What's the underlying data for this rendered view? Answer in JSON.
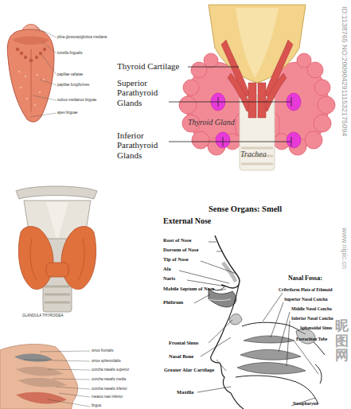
{
  "diagram": {
    "labels": [
      "plica glossoepiglottica mediana",
      "tonsilla lingualis",
      "papillae vallatae",
      "papillae fungiformes",
      "sulcus medianus linguae",
      "apex linguae",
      "Thyroid Cartilage",
      "Superior Parathyroid Glands",
      "Thyroid Gland",
      "Inferior Parathyroid Glands",
      "Trachea",
      "ID:1138765 NO:20090429111532175094",
      "GLANDULA THYROIDEA",
      "Sense Organs: Smell",
      "External Nose",
      "Root of Nose",
      "Dorsum of Nose",
      "Tip of Nose",
      "Ala",
      "Naris",
      "Mobile Septum of Nose",
      "Philtrum",
      "Nasal Fossa:",
      "Cribriform Plate of Ethmoid",
      "Superior Nasal Concha",
      "Middle Nasal Concha",
      "Inferior Nasal Concha",
      "Sphenoidal Sinus",
      "Eustachian Tube",
      "Frontal Sinus",
      "Nasal Bone",
      "Greater Alar Cartilage",
      "Maxilla",
      "Nasopharynx",
      "www.nipic.cn",
      "昵图网",
      "sinus frontalis",
      "sinus sphenoidalis",
      "concha nasalis superior",
      "concha nasalis media",
      "concha nasalis inferior",
      "meatus nasi inferior",
      "lingua"
    ]
  }
}
